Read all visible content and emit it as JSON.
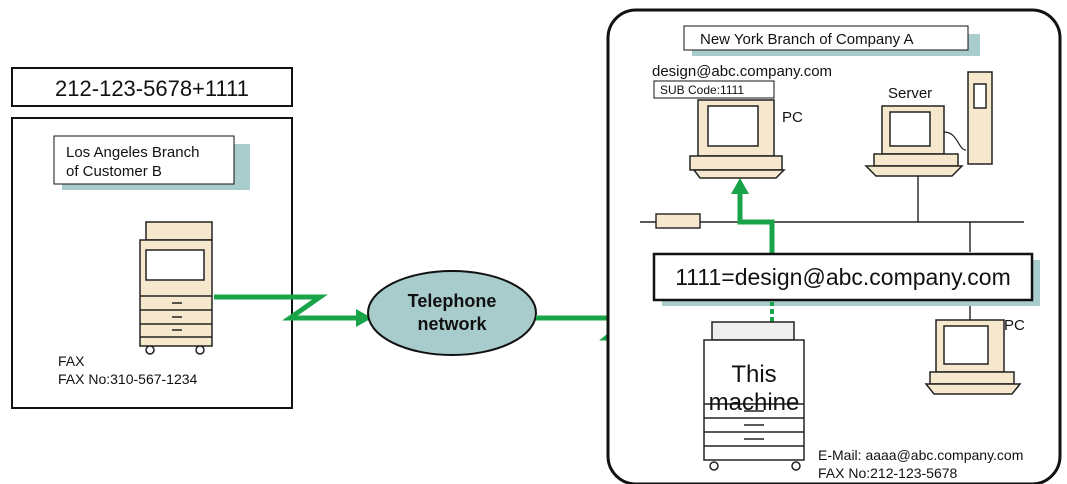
{
  "dialed_number": "212-123-5678+1111",
  "sender": {
    "branch_line1": "Los Angeles Branch",
    "branch_line2": "of Customer B",
    "device_label": "FAX",
    "fax_number": "FAX No:310-567-1234"
  },
  "network": {
    "line1": "Telephone",
    "line2": "network"
  },
  "receiver": {
    "branch": "New York Branch of Company A",
    "pc_email": "design@abc.company.com",
    "sub_code": "SUB Code:1111",
    "pc_label": "PC",
    "server_label": "Server",
    "pc2_label": "PC",
    "routing_entry": "1111=design@abc.company.com",
    "machine_line1": "This",
    "machine_line2": "machine",
    "email": "E-Mail:  aaaa@abc.company.com",
    "fax_number": "FAX No:212-123-5678"
  },
  "colors": {
    "arrow_green": "#19a44a",
    "shadow_teal": "#a9cccc",
    "network_fill": "#a8cccc",
    "device_beige": "#f6e8cc"
  }
}
